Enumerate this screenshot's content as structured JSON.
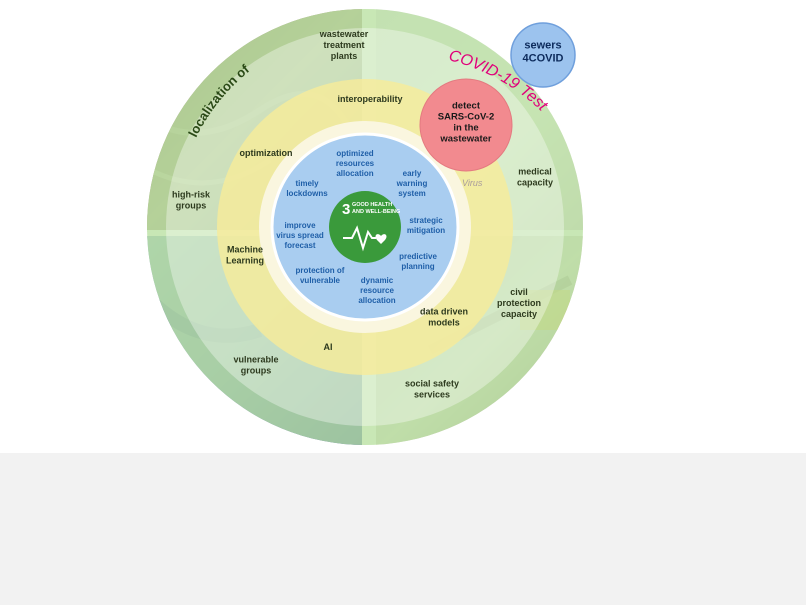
{
  "outer_ring": {
    "arc_label": "localization of",
    "labels": [
      {
        "name": "outer-label-wastewater",
        "lines": [
          "wastewater",
          "treatment",
          "plants"
        ]
      },
      {
        "name": "outer-label-medical",
        "lines": [
          "medical",
          "capacity"
        ]
      },
      {
        "name": "outer-label-civil",
        "lines": [
          "civil",
          "protection",
          "capacity"
        ]
      },
      {
        "name": "outer-label-social",
        "lines": [
          "social safety",
          "services"
        ]
      },
      {
        "name": "outer-label-vulnerable",
        "lines": [
          "vulnerable",
          "groups"
        ]
      },
      {
        "name": "outer-label-highrisk",
        "lines": [
          "high-risk",
          "groups"
        ]
      }
    ]
  },
  "middle_ring": {
    "labels": [
      {
        "name": "middle-label-interoperability",
        "lines": [
          "interoperability"
        ]
      },
      {
        "name": "middle-label-optimization",
        "lines": [
          "optimization"
        ]
      },
      {
        "name": "middle-label-ml",
        "lines": [
          "Machine",
          "Learning"
        ]
      },
      {
        "name": "middle-label-ai",
        "lines": [
          "AI"
        ]
      },
      {
        "name": "middle-label-datadriven",
        "lines": [
          "data driven",
          "models"
        ]
      }
    ]
  },
  "inner_circle": {
    "labels": [
      {
        "name": "inner-label-optimized",
        "lines": [
          "optimized",
          "resources",
          "allocation"
        ]
      },
      {
        "name": "inner-label-early",
        "lines": [
          "early",
          "warning",
          "system"
        ]
      },
      {
        "name": "inner-label-lockdowns",
        "lines": [
          "timely",
          "lockdowns"
        ]
      },
      {
        "name": "inner-label-strategic",
        "lines": [
          "strategic",
          "mitigation"
        ]
      },
      {
        "name": "inner-label-forecast",
        "lines": [
          "improve",
          "virus spread",
          "forecast"
        ]
      },
      {
        "name": "inner-label-predictive",
        "lines": [
          "predictive",
          "planning"
        ]
      },
      {
        "name": "inner-label-protection",
        "lines": [
          "protection of",
          "vulnerable"
        ]
      },
      {
        "name": "inner-label-dynamic",
        "lines": [
          "dynamic",
          "resource",
          "allocation"
        ]
      }
    ]
  },
  "sdg_logo": {
    "number": "3",
    "lines": [
      "GOOD HEALTH",
      "AND WELL-BEING"
    ]
  },
  "detect_bubble": {
    "lines": [
      "detect",
      "SARS-CoV-2",
      "in the",
      "wastewater"
    ]
  },
  "sewers_bubble": {
    "lines": [
      "sewers",
      "4COVID"
    ]
  },
  "photo_text": {
    "covid_test": "COVID-19 Test",
    "virus": "Virus"
  },
  "colors": {
    "outer_ring": "#b9e0a0",
    "middle_ring": "#f7eb9a",
    "inner_circle": "#a9cdf0",
    "sdg_green": "#3a9a3b",
    "detect_bubble": "#f28a8f",
    "sewers_bubble": "#9cc3ee"
  }
}
